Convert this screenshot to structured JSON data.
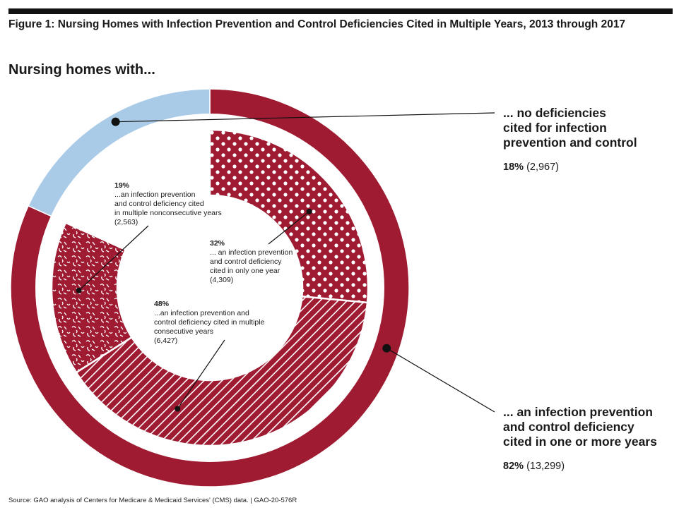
{
  "figure": {
    "title": "Figure 1: Nursing Homes with Infection Prevention and Control Deficiencies Cited in Multiple Years, 2013 through 2017",
    "subtitle": "Nursing homes with...",
    "source": "Source: GAO analysis of Centers for Medicare & Medicaid Services' (CMS) data.  |  GAO-20-576R"
  },
  "colors": {
    "crimson": "#9e1b32",
    "light_blue": "#a9cbe8",
    "white": "#ffffff"
  },
  "chart_data": [
    {
      "type": "pie",
      "ring": "outer",
      "slices": [
        {
          "id": "none",
          "label_lines": [
            "... no deficiencies",
            "cited for infection",
            "prevention and control"
          ],
          "percent_text": "18%",
          "count_text": "(2,967)",
          "value": 2967,
          "color": "#a9cbe8",
          "pattern": "solid"
        },
        {
          "id": "one_or_more",
          "label_lines": [
            "... an infection prevention",
            "and control deficiency",
            "cited in one or more years"
          ],
          "percent_text": "82%",
          "count_text": "(13,299)",
          "value": 13299,
          "color": "#9e1b32",
          "pattern": "solid"
        }
      ]
    },
    {
      "type": "pie",
      "ring": "inner",
      "slices": [
        {
          "id": "one_year",
          "percent_text": "32%",
          "label_lines": [
            "... an infection prevention",
            "and control deficiency",
            "cited in only one year"
          ],
          "count_text": "(4,309)",
          "value": 4309,
          "color": "#9e1b32",
          "pattern": "dots"
        },
        {
          "id": "consecutive",
          "percent_text": "48%",
          "label_lines": [
            "...an infection prevention and",
            "control deficiency cited in multiple",
            "consecutive years"
          ],
          "count_text": "(6,427)",
          "value": 6427,
          "color": "#9e1b32",
          "pattern": "stripes"
        },
        {
          "id": "nonconsecutive",
          "percent_text": "19%",
          "label_lines": [
            "...an infection prevention",
            "and control deficiency cited",
            "in multiple nonconsecutive years"
          ],
          "count_text": "(2,563)",
          "value": 2563,
          "color": "#9e1b32",
          "pattern": "squiggles"
        }
      ]
    }
  ]
}
